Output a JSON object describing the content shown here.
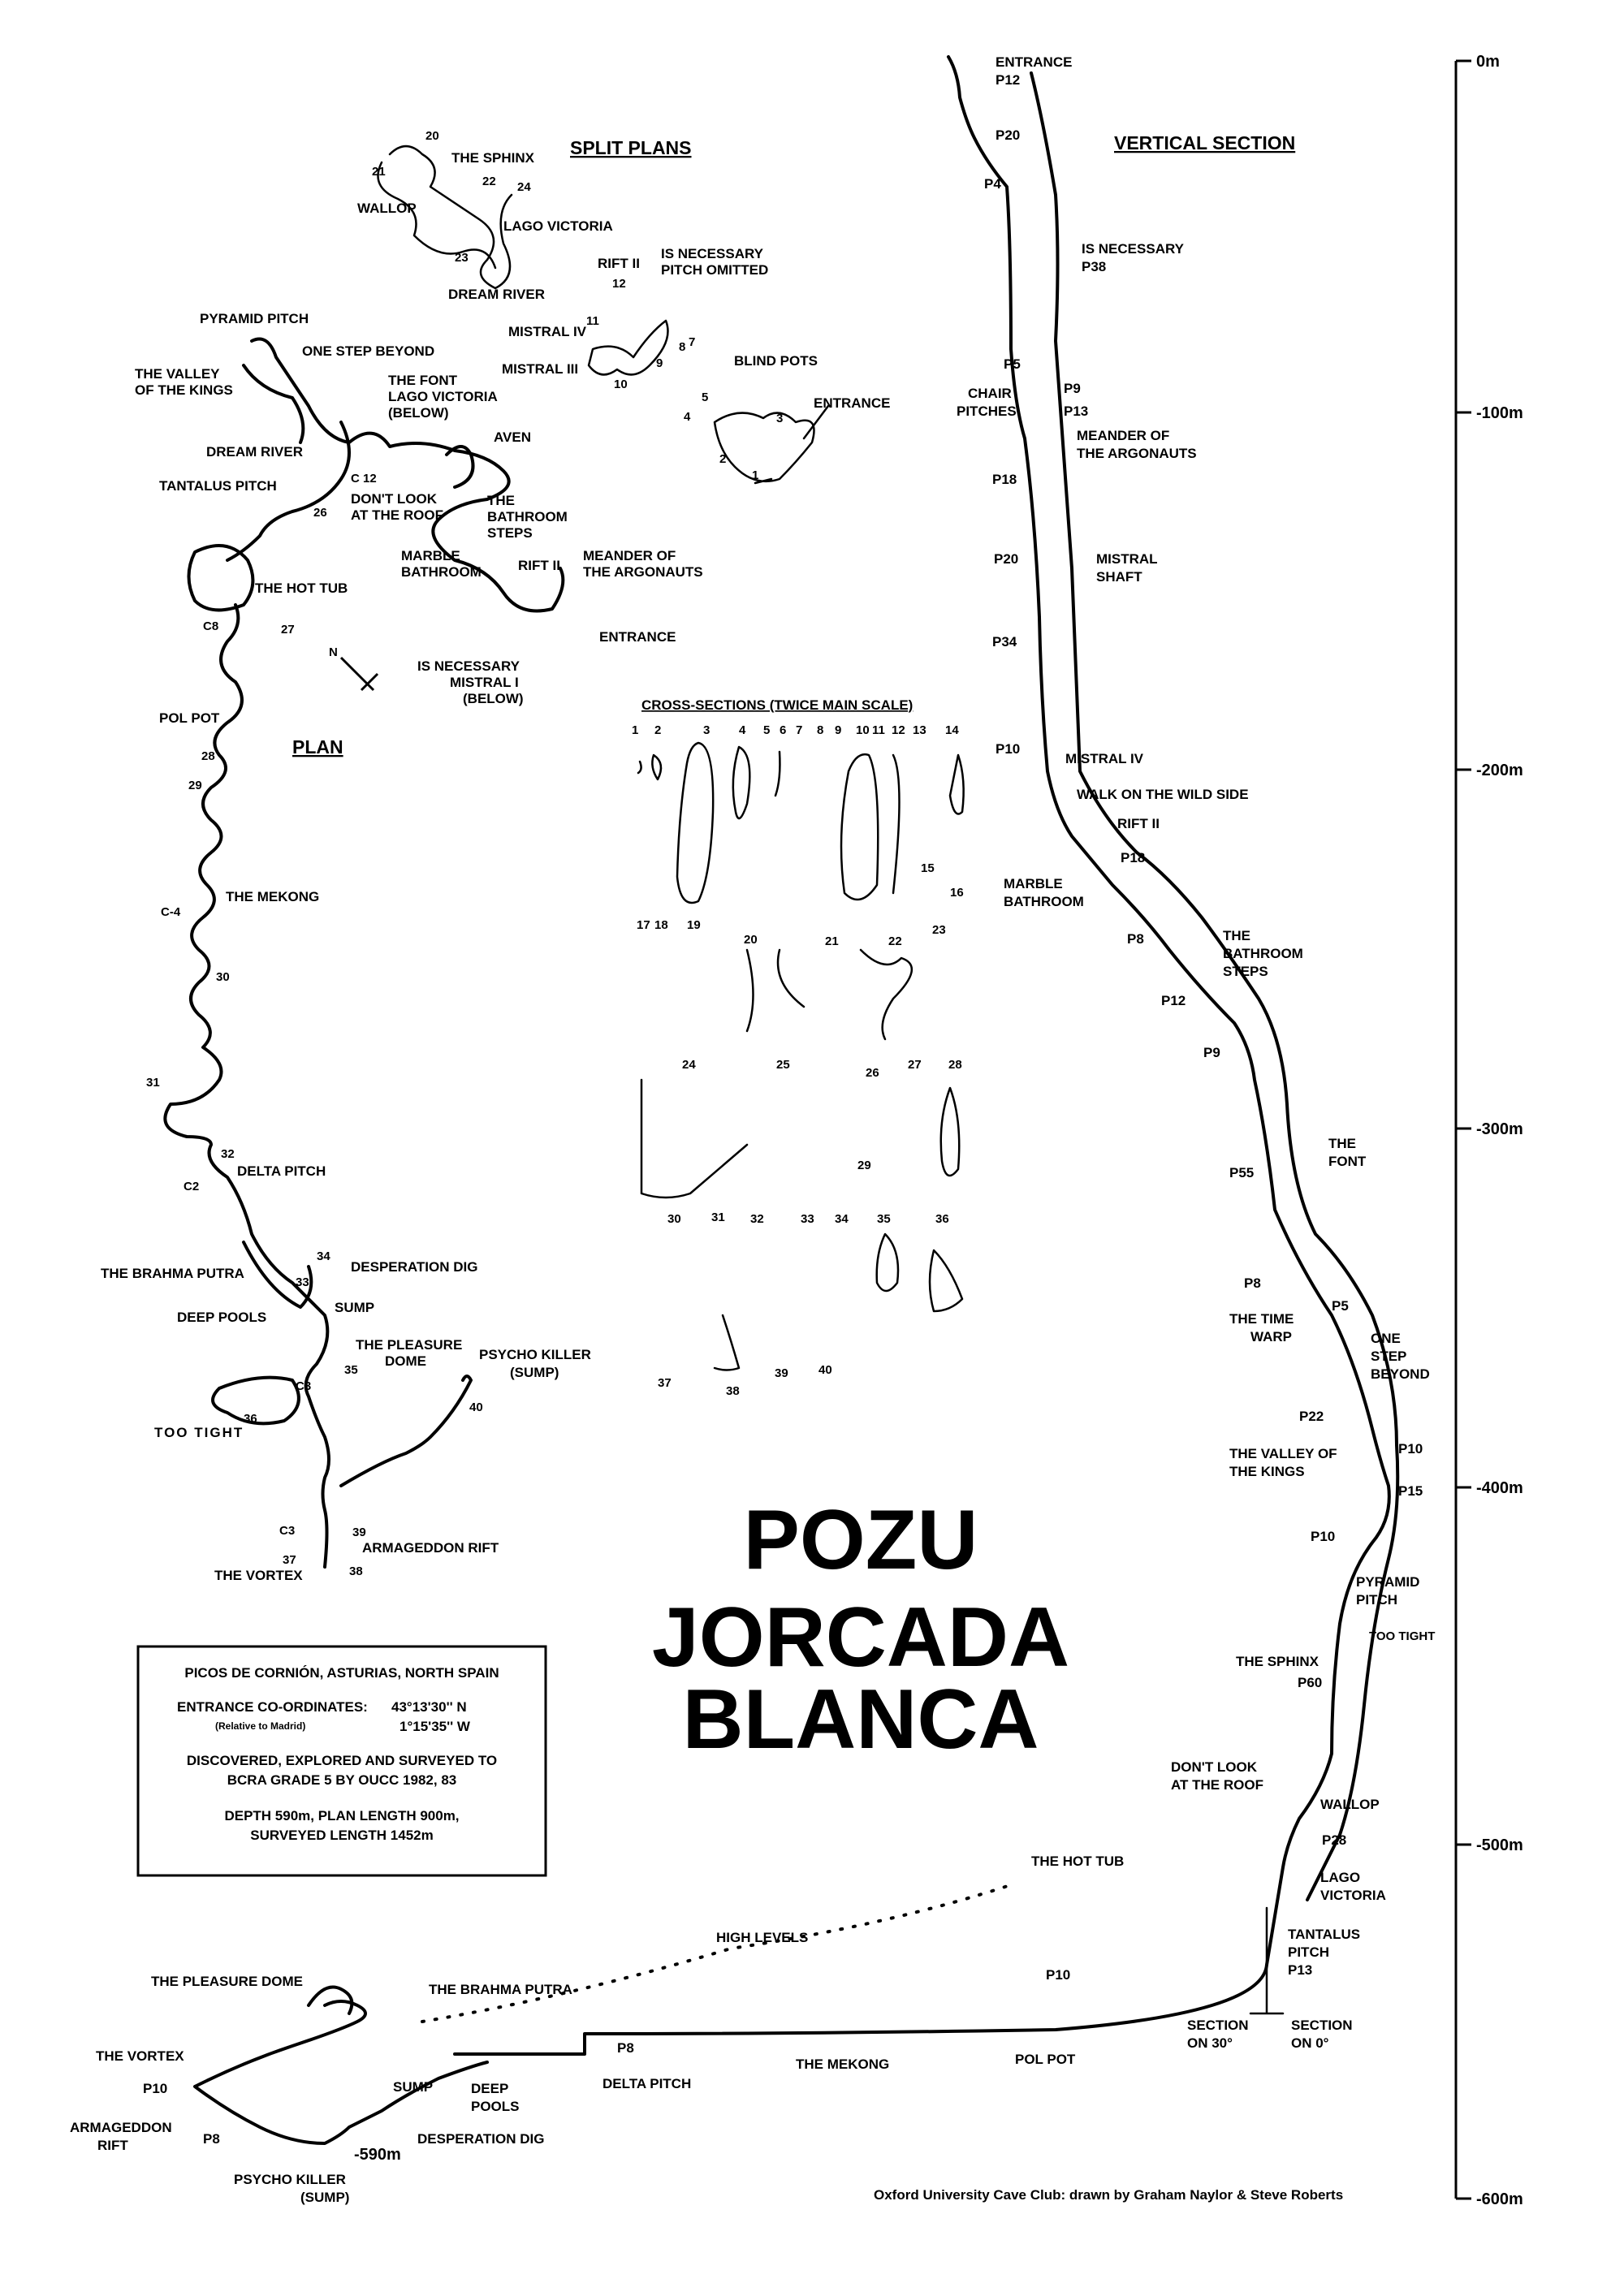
{
  "title": {
    "line1": "POZU",
    "line2": "JORCADA",
    "line3": "BLANCA"
  },
  "headings": {
    "split_plans": "SPLIT PLANS",
    "vertical_section": "VERTICAL SECTION",
    "plan": "PLAN",
    "cross_sections": "CROSS-SECTIONS (TWICE MAIN SCALE)"
  },
  "depth_scale": {
    "labels": [
      "0m",
      "-100m",
      "-200m",
      "-300m",
      "-400m",
      "-500m",
      "-600m"
    ]
  },
  "info_box": {
    "region": "PICOS DE CORNIÓN, ASTURIAS, NORTH SPAIN",
    "coords_label": "ENTRANCE CO-ORDINATES:",
    "lat": "43°13'30'' N",
    "relative": "(Relative to Madrid)",
    "lon": "1°15'35'' W",
    "disc1": "DISCOVERED, EXPLORED AND SURVEYED TO",
    "disc2": "BCRA GRADE 5 BY OUCC 1982, 83",
    "depth1": "DEPTH 590m, PLAN LENGTH 900m,",
    "depth2": "SURVEYED LENGTH 1452m"
  },
  "credit": "Oxford University Cave Club: drawn by Graham Naylor & Steve Roberts",
  "split_plan_labels": {
    "sphinx": "THE SPHINX",
    "wallop": "WALLOP",
    "lago_victoria": "LAGO VICTORIA",
    "dream_river": "DREAM RIVER",
    "rift_ii": "RIFT II",
    "is_necessary": "IS NECESSARY",
    "pitch_omitted": "PITCH OMITTED",
    "mistral_iv": "MISTRAL IV",
    "mistral_iii": "MISTRAL III",
    "blind_pots": "BLIND POTS",
    "entrance": "ENTRANCE",
    "n20": "20",
    "n21": "21",
    "n22": "22",
    "n23": "23",
    "n24": "24",
    "n12": "12",
    "n11": "11",
    "n10": "10",
    "n9": "9",
    "n8": "8",
    "n7": "7",
    "n5": "5",
    "n4": "4",
    "n3": "3",
    "n2": "2",
    "n1": "1"
  },
  "plan_labels": {
    "pyramid_pitch": "PYRAMID PITCH",
    "one_step_beyond": "ONE STEP BEYOND",
    "valley_1": "THE VALLEY",
    "valley_2": "OF THE KINGS",
    "font": "THE FONT",
    "lago_v": "LAGO VICTORIA",
    "below": "(BELOW)",
    "dream_river": "DREAM RIVER",
    "aven": "AVEN",
    "tantalus": "TANTALUS PITCH",
    "dont_look_1": "DON'T LOOK",
    "dont_look_2": "AT THE ROOF",
    "bathroom_1": "THE",
    "bathroom_2": "BATHROOM",
    "bathroom_3": "STEPS",
    "marble_1": "MARBLE",
    "marble_2": "BATHROOM",
    "rift_ii": "RIFT II",
    "meander_1": "MEANDER OF",
    "meander_2": "THE ARGONAUTS",
    "hot_tub": "THE HOT TUB",
    "entrance": "ENTRANCE",
    "is_nec": "IS NECESSARY",
    "mistral_i": "MISTRAL I",
    "below2": "(BELOW)",
    "pol_pot": "POL POT",
    "mekong": "THE MEKONG",
    "delta": "DELTA PITCH",
    "brahma": "THE BRAHMA PUTRA",
    "desperation": "DESPERATION DIG",
    "sump": "SUMP",
    "deep_pools": "DEEP POOLS",
    "pleasure_1": "THE PLEASURE",
    "pleasure_2": "DOME",
    "psycho_1": "PSYCHO KILLER",
    "psycho_2": "(SUMP)",
    "too_tight": "TOO TIGHT",
    "armageddon": "ARMAGEDDON RIFT",
    "vortex": "THE VORTEX",
    "n_c12": "C 12",
    "n26": "26",
    "n27": "27",
    "n_c8": "C8",
    "n28": "28",
    "n29": "29",
    "n_c4": "C-4",
    "n30": "30",
    "n31": "31",
    "n32": "32",
    "n_c2": "C2",
    "n34": "34",
    "n33": "33",
    "n35": "35",
    "n_c3": "C3",
    "n36": "36",
    "n40": "40",
    "n39": "39",
    "n37": "37",
    "n38": "38",
    "n_c3b": "C3",
    "north": "N"
  },
  "cross_section_numbers": [
    "1",
    "2",
    "3",
    "4",
    "5",
    "6",
    "7",
    "8",
    "9",
    "10",
    "11",
    "12",
    "13",
    "14",
    "15",
    "16",
    "17",
    "18",
    "19",
    "20",
    "21",
    "22",
    "23",
    "24",
    "25",
    "26",
    "27",
    "28",
    "29",
    "30",
    "31",
    "32",
    "33",
    "34",
    "35",
    "36",
    "37",
    "38",
    "39",
    "40"
  ],
  "vertical_section_labels": {
    "entrance": "ENTRANCE",
    "p12a": "P12",
    "p20a": "P20",
    "p4": "P4",
    "is_nec": "IS NECESSARY",
    "p38": "P38",
    "p5a": "P5",
    "chair_1": "CHAIR",
    "chair_2": "PITCHES",
    "p9a": "P9",
    "p13a": "P13",
    "meander_1": "MEANDER OF",
    "meander_2": "THE ARGONAUTS",
    "p18a": "P18",
    "p20b": "P20",
    "mistral_1": "MISTRAL",
    "mistral_2": "SHAFT",
    "p34": "P34",
    "p10a": "P10",
    "mistral_iv": "MISTRAL IV",
    "walk": "WALK ON THE WILD SIDE",
    "rift_ii": "RIFT II",
    "p18b": "P18",
    "marble_1": "MARBLE",
    "marble_2": "BATHROOM",
    "p8a": "P8",
    "bathroom_1": "THE",
    "bathroom_2": "BATHROOM",
    "bathroom_3": "STEPS",
    "p12b": "P12",
    "p9b": "P9",
    "font_1": "THE",
    "font_2": "FONT",
    "p55": "P55",
    "p8b": "P8",
    "p5b": "P5",
    "time_1": "THE TIME",
    "time_2": "WARP",
    "one_1": "ONE",
    "one_2": "STEP",
    "one_3": "BEYOND",
    "p22": "P22",
    "valley_1": "THE VALLEY OF",
    "valley_2": "THE KINGS",
    "p10b": "P10",
    "p15": "P15",
    "p10c": "P10",
    "pyramid_1": "PYRAMID",
    "pyramid_2": "PITCH",
    "too_tight": "TOO TIGHT",
    "sphinx": "THE SPHINX",
    "p60": "P60",
    "dont_1": "DON'T LOOK",
    "dont_2": "AT THE ROOF",
    "wallop": "WALLOP",
    "p28": "P28",
    "hot_tub": "THE HOT TUB",
    "lago_1": "LAGO",
    "lago_2": "VICTORIA",
    "tantalus_1": "TANTALUS",
    "tantalus_2": "PITCH",
    "p13b": "P13",
    "high_levels": "HIGH LEVELS",
    "p10d": "P10",
    "sec30_1": "SECTION",
    "sec30_2": "ON 30°",
    "sec0_1": "SECTION",
    "sec0_2": "ON 0°",
    "pleasure": "THE PLEASURE DOME",
    "brahma": "THE BRAHMA PUTRA",
    "vortex": "THE VORTEX",
    "p10e": "P10",
    "sump": "SUMP",
    "deep_1": "DEEP",
    "deep_2": "POOLS",
    "p8c": "P8",
    "delta": "DELTA PITCH",
    "mekong": "THE MEKONG",
    "pol_pot": "POL POT",
    "armageddon_1": "ARMAGEDDON",
    "armageddon_2": "RIFT",
    "p8d": "P8",
    "minus590": "-590m",
    "desperation": "DESPERATION DIG",
    "psycho_1": "PSYCHO KILLER",
    "psycho_2": "(SUMP)"
  }
}
